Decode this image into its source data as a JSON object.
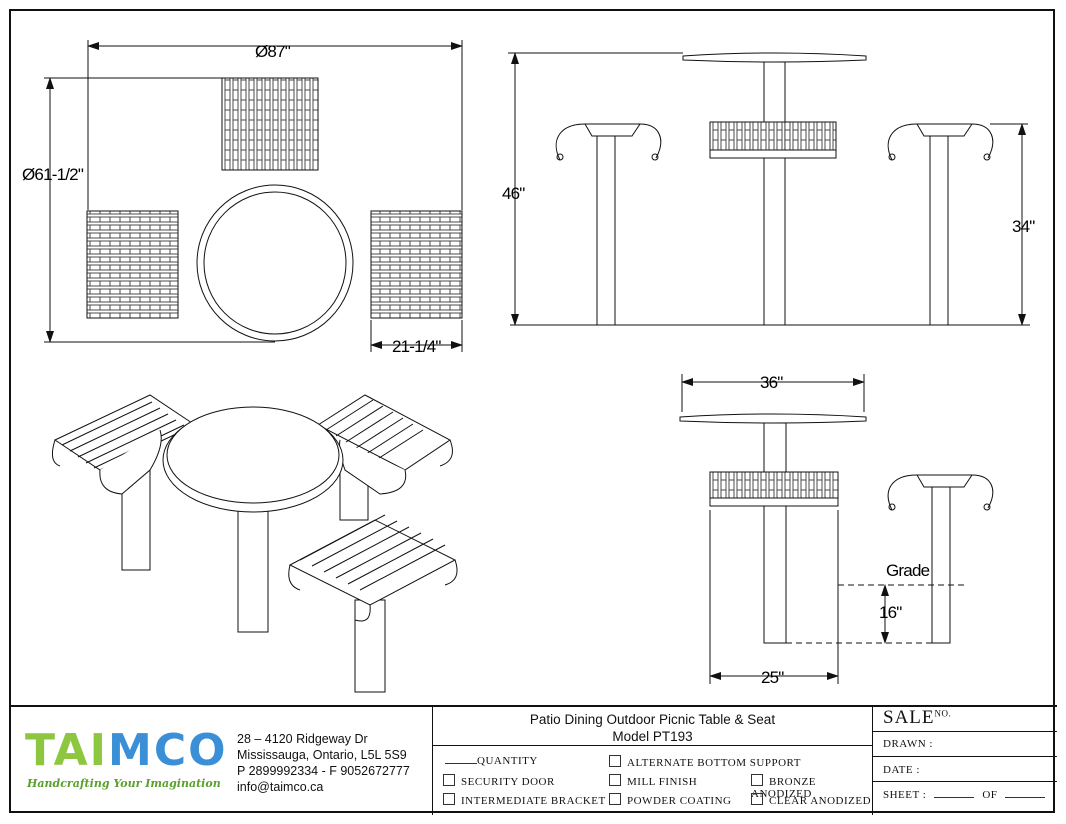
{
  "dimensions": {
    "plan_width": "Ø87\"",
    "plan_depth": "Ø61-1/2\"",
    "bench_width": "21-1/4\"",
    "table_height": "46\"",
    "seat_height": "34\"",
    "table_top_diameter": "36\"",
    "grade_label": "Grade",
    "embed_depth": "16\"",
    "seat_width": "25\""
  },
  "title_block": {
    "logo_left": "TAI",
    "logo_right": "MCO",
    "tagline": "Handcrafting Your Imagination",
    "address_line1": "28 – 4120 Ridgeway Dr",
    "address_line2": "Mississauga, Ontario, L5L 5S9",
    "phone": "P 2899992334 - F 9052672777",
    "email": "info@taimco.ca",
    "title_line1": "Patio Dining Outdoor Picnic Table & Seat",
    "title_line2": "Model PT193",
    "quantity_label": "QUANTITY",
    "options": {
      "alternate_bottom_support": "ALTERNATE BOTTOM SUPPORT",
      "security_door": "SECURITY DOOR",
      "mill_finish": "MILL FINISH",
      "bronze_anodized": "BRONZE ANODIZED",
      "intermediate_bracket": "INTERMEDIATE BRACKET",
      "powder_coating": "POWDER COATING",
      "clear_anodized": "CLEAR ANODIZED"
    },
    "sale_label": "SALE",
    "sale_no": "NO.",
    "drawn_label": "DRAWN :",
    "date_label": "DATE :",
    "sheet_label": "SHEET :",
    "of_label": "OF"
  },
  "colors": {
    "logo_green": "#8dc63f",
    "logo_blue": "#3a8fd6",
    "tagline_green": "#5aa02c"
  }
}
